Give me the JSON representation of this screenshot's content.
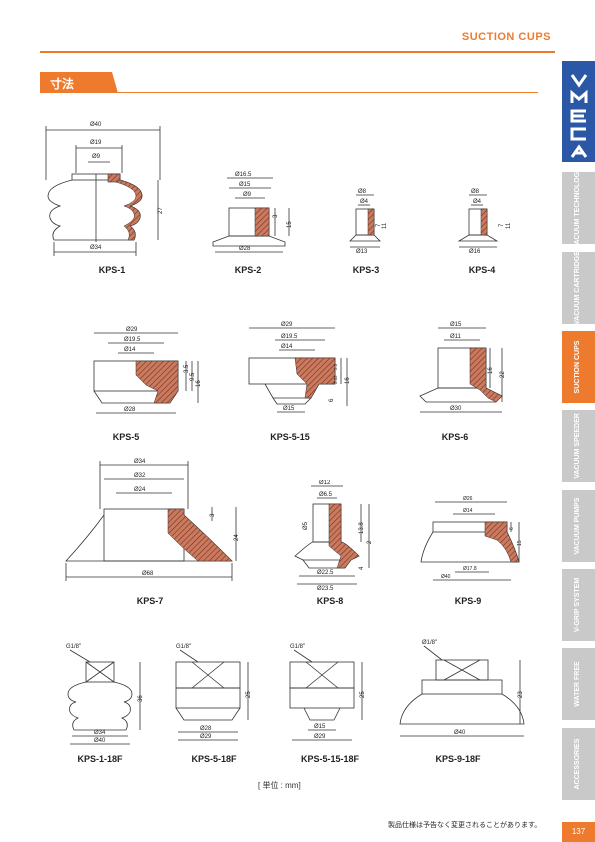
{
  "header": {
    "title": "SUCTION CUPS"
  },
  "section": {
    "label": "寸法"
  },
  "brand": {
    "logo_text": "VMECA"
  },
  "side_tabs": [
    {
      "label": "VACUUM TECHNOLOGY"
    },
    {
      "label": "VACUUM CARTRIDGE"
    },
    {
      "label": "SUCTION CUPS"
    },
    {
      "label": "VACUUM SPEEDER"
    },
    {
      "label": "VACUUM PUMPS"
    },
    {
      "label": "V-GRIP SYSTEM"
    },
    {
      "label": "WATER FREE"
    },
    {
      "label": "ACCESSORIES"
    }
  ],
  "models": {
    "kps1": {
      "name": "KPS-1",
      "dims": [
        "Ø40",
        "Ø19",
        "Ø9",
        "27",
        "Ø34"
      ]
    },
    "kps2": {
      "name": "KPS-2",
      "dims": [
        "Ø16.5",
        "Ø15",
        "Ø9",
        "3",
        "15",
        "Ø28"
      ]
    },
    "kps3": {
      "name": "KPS-3",
      "dims": [
        "Ø8",
        "Ø4",
        "7",
        "11",
        "Ø13"
      ]
    },
    "kps4": {
      "name": "KPS-4",
      "dims": [
        "Ø8",
        "Ø4",
        "7",
        "11",
        "Ø16"
      ]
    },
    "kps5": {
      "name": "KPS-5",
      "dims": [
        "Ø29",
        "Ø19.5",
        "Ø14",
        "3.5",
        "9.5",
        "16",
        "Ø28"
      ]
    },
    "kps515": {
      "name": "KPS-5-15",
      "dims": [
        "Ø29",
        "Ø19.5",
        "Ø14",
        "3.5",
        "3",
        "3.5",
        "16",
        "6",
        "Ø15"
      ]
    },
    "kps6": {
      "name": "KPS-6",
      "dims": [
        "Ø15",
        "Ø11",
        "16",
        "22",
        "Ø30"
      ]
    },
    "kps7": {
      "name": "KPS-7",
      "dims": [
        "Ø34",
        "Ø32",
        "Ø24",
        "3",
        "24",
        "Ø68"
      ]
    },
    "kps8": {
      "name": "KPS-8",
      "dims": [
        "Ø12",
        "Ø6.5",
        "Ø5",
        "13.8",
        "2",
        "4",
        "Ø22.5",
        "Ø23.5"
      ]
    },
    "kps9": {
      "name": "KPS-9",
      "dims": [
        "Ø26",
        "Ø14",
        "6",
        "15",
        "Ø17.8",
        "Ø40"
      ]
    },
    "kps118f": {
      "name": "KPS-1-18F",
      "dims": [
        "G1/8\"",
        "36",
        "Ø34",
        "Ø40"
      ]
    },
    "kps518f": {
      "name": "KPS-5-18F",
      "dims": [
        "G1/8\"",
        "25",
        "Ø28",
        "Ø29"
      ]
    },
    "kps51518f": {
      "name": "KPS-5-15-18F",
      "dims": [
        "G1/8\"",
        "25",
        "Ø15",
        "Ø29"
      ]
    },
    "kps918f": {
      "name": "KPS-9-18F",
      "dims": [
        "Ø1/8\"",
        "23",
        "Ø40"
      ]
    }
  },
  "footer": {
    "unit_note": "[ 単位 : mm]",
    "disclaimer": "製品仕様は予告なく変更されることがあります。",
    "page_number": "137"
  },
  "colors": {
    "accent": "#ee7b2d",
    "brand": "#2b58a6",
    "tab_inactive": "#c9c9c9",
    "hatch": "#b0523a"
  }
}
